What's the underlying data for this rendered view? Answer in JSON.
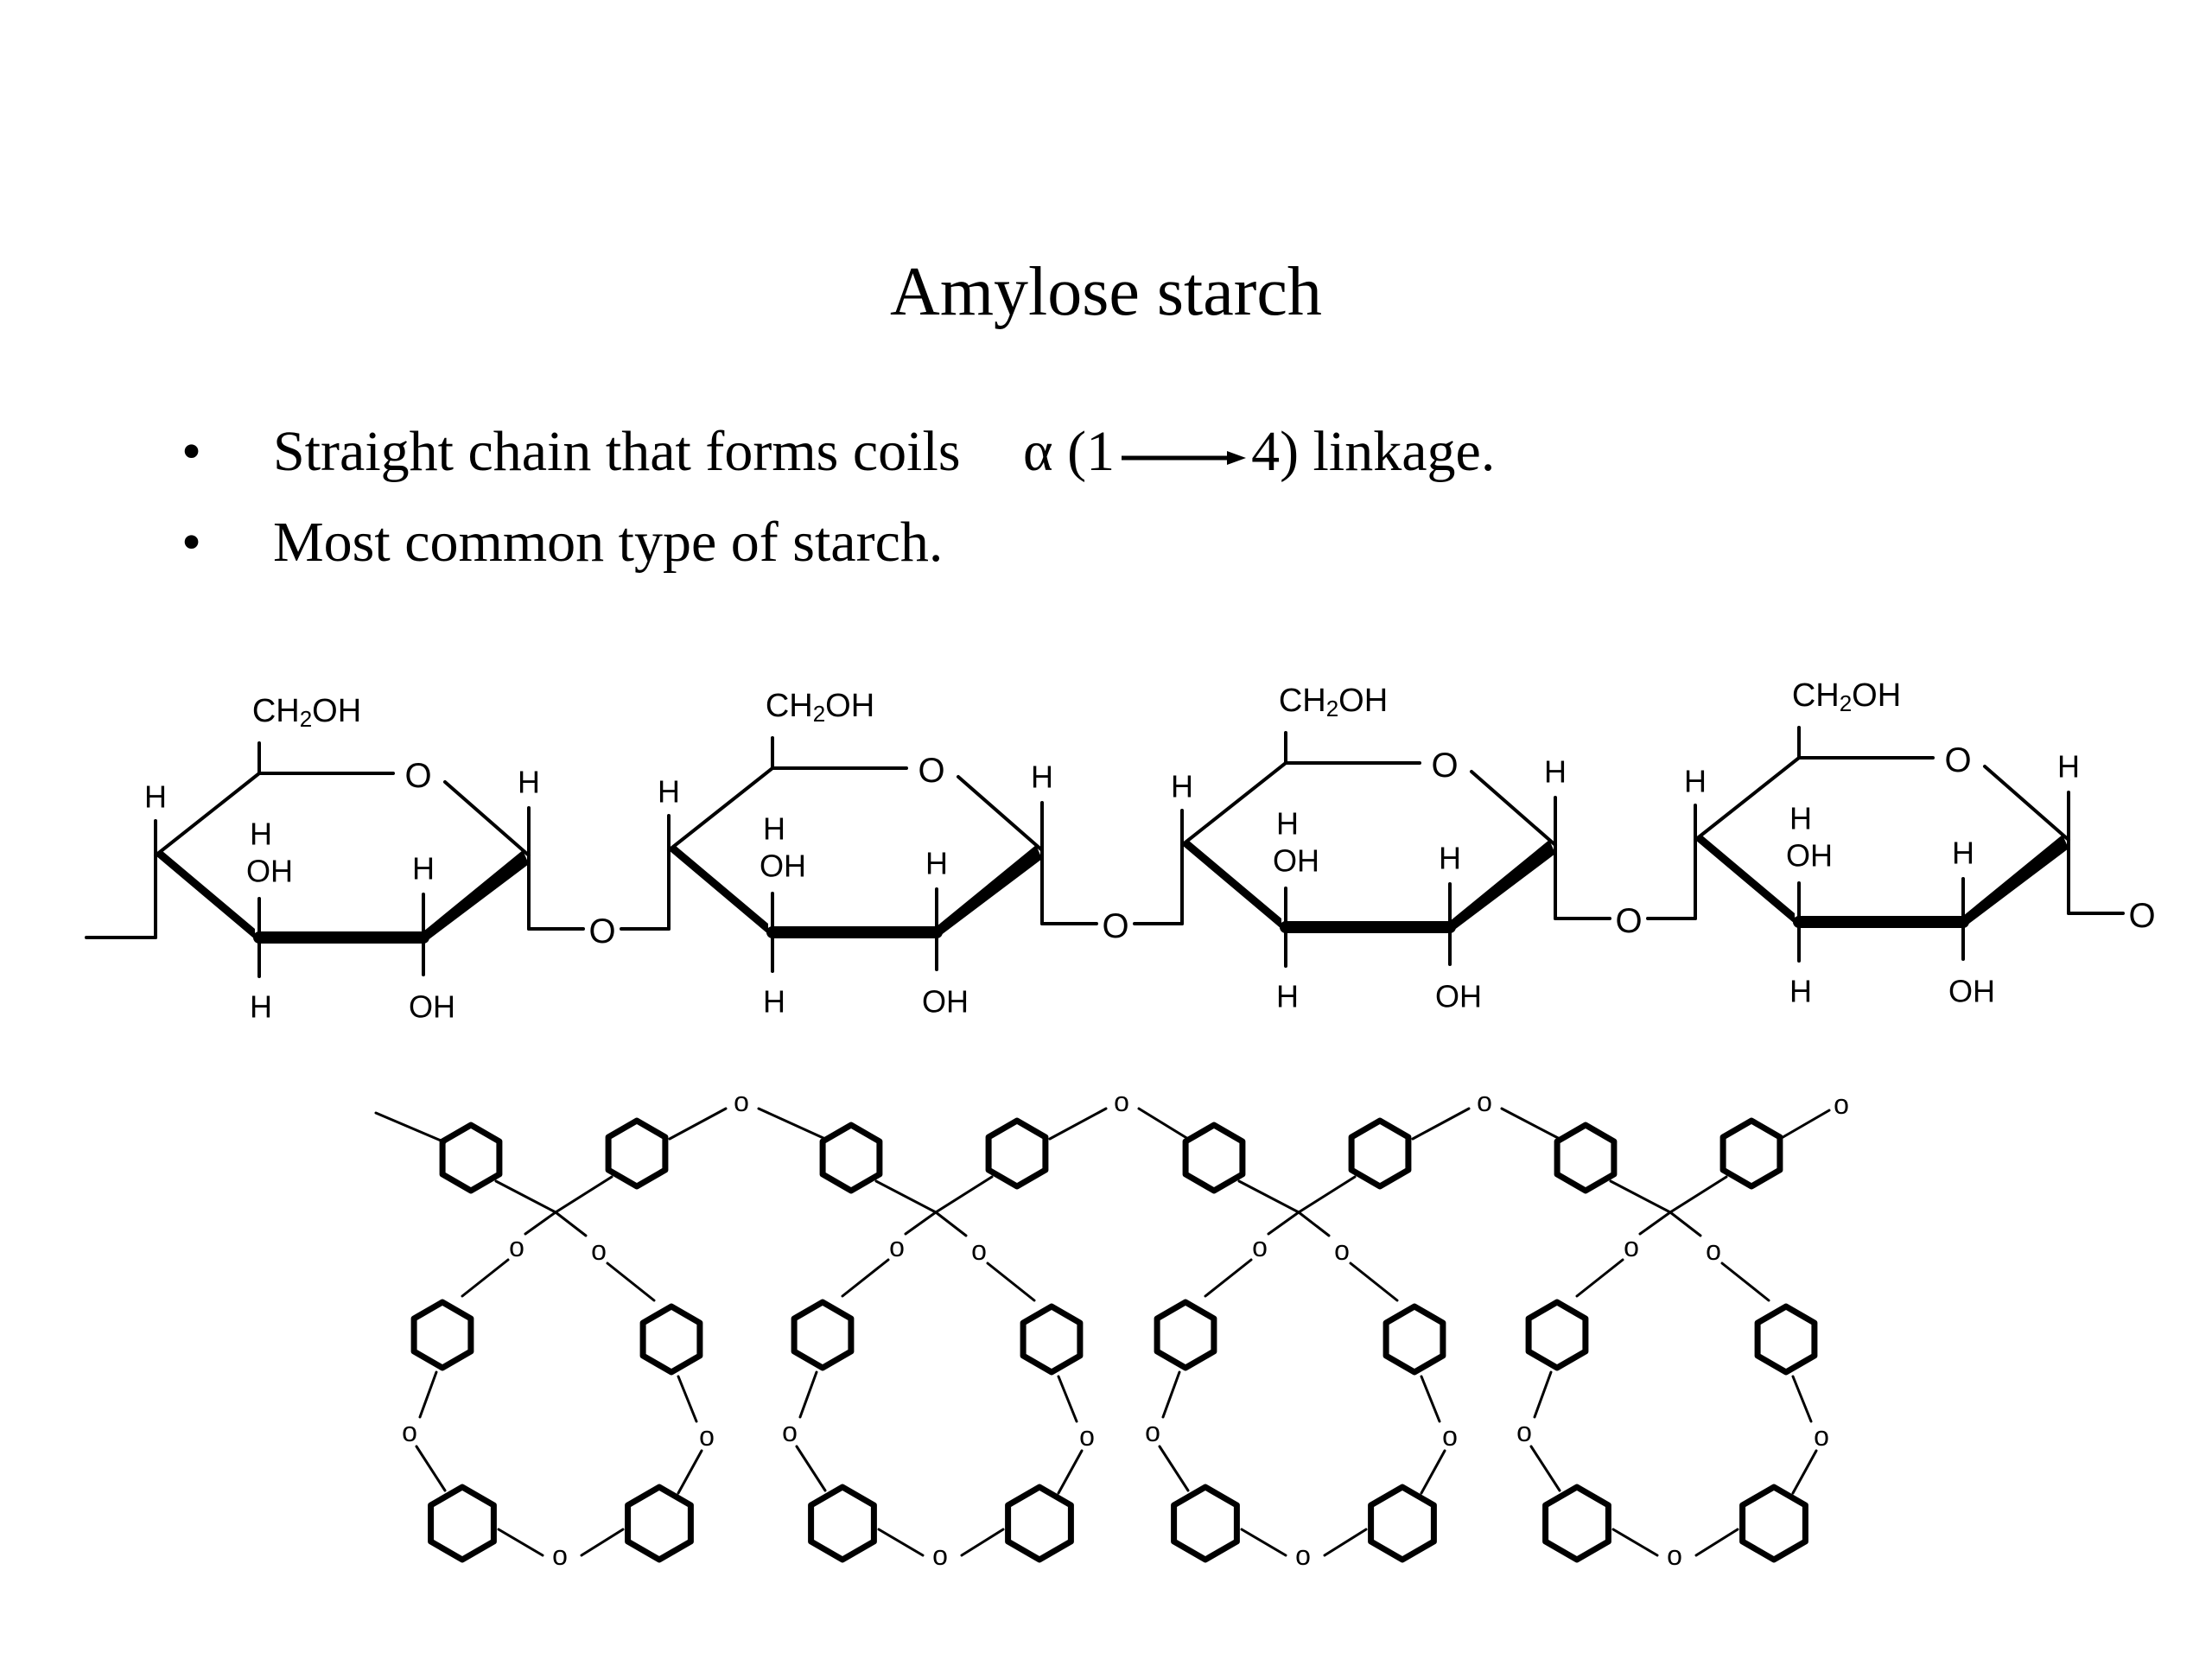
{
  "slide": {
    "title": "Amylose starch",
    "bullets": [
      {
        "text": "Straight chain that forms coils",
        "linkage_prefix": "α (1",
        "linkage_suffix": "4) linkage."
      },
      {
        "text": "Most common type of starch."
      }
    ],
    "bullet_symbol": "•"
  },
  "structure_labels": {
    "ch2oh": "CH2OH",
    "oxygen": "O",
    "hydrogen": "H",
    "hydroxyl": "OH",
    "coil_oxygen": "o"
  }
}
